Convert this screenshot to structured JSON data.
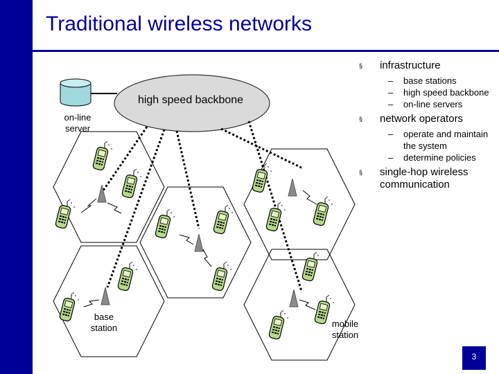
{
  "slide": {
    "title": "Traditional wireless networks",
    "page_number": "3"
  },
  "diagram": {
    "backbone_label": "high speed backbone",
    "server_label": "on-line server",
    "base_station_label": "base station",
    "mobile_station_label": "mobile station",
    "icons": [
      "database-icon",
      "ellipse-backbone",
      "hexagon-cell",
      "antenna-icon",
      "mobile-phone-icon"
    ]
  },
  "bullets": [
    {
      "text": "infrastructure",
      "subs": [
        "base stations",
        "high speed backbone",
        "on-line servers"
      ]
    },
    {
      "text": "network operators",
      "subs": [
        "operate and maintain the system",
        "determine policies"
      ]
    },
    {
      "text": "single-hop wireless communication",
      "subs": []
    }
  ],
  "colors": {
    "brand_blue": "#000099",
    "phone_green": "#b8d98a",
    "server_teal": "#9fd9df"
  }
}
